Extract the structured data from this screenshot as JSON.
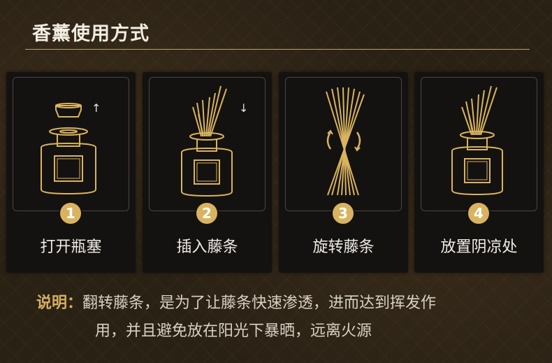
{
  "title": "香薰使用方式",
  "colors": {
    "gold": "#d9b35f",
    "card": "#141210",
    "text": "#f0ece4"
  },
  "steps": [
    {
      "number": "1",
      "label": "打开瓶塞",
      "arrow": "↑"
    },
    {
      "number": "2",
      "label": "插入藤条",
      "arrow": "↓"
    },
    {
      "number": "3",
      "label": "旋转藤条"
    },
    {
      "number": "4",
      "label": "放置阴凉处"
    }
  ],
  "note": {
    "head": "说明：",
    "line1": "翻转藤条，是为了让藤条快速渗透，进而达到挥发作",
    "line2": "用，并且避免放在阳光下暴晒，远离火源"
  }
}
